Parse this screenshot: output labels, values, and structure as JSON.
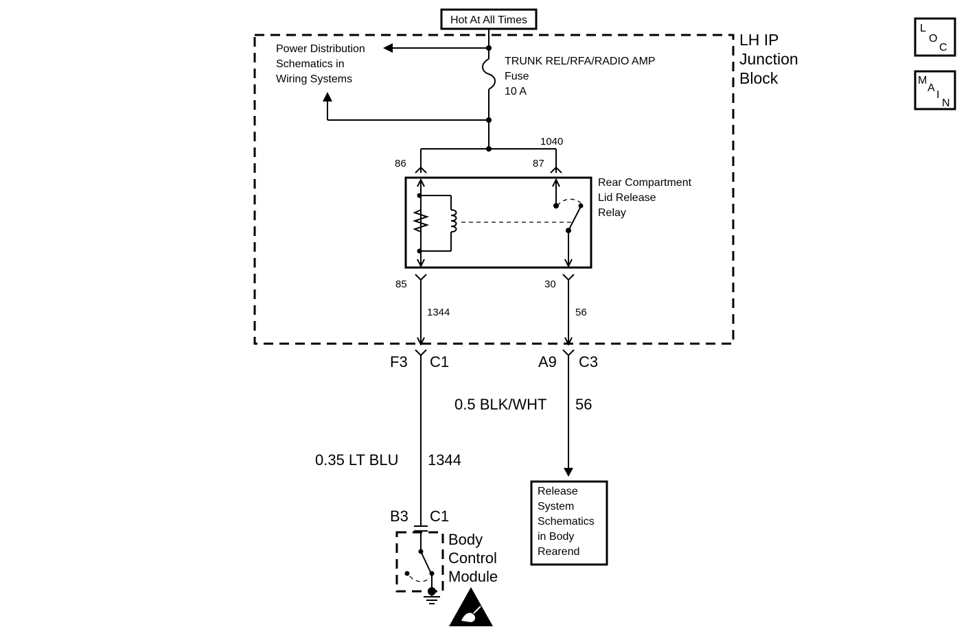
{
  "header": {
    "hot_label": "Hot At All Times",
    "junction_block": [
      "LH IP",
      "Junction",
      "Block"
    ]
  },
  "side_buttons": {
    "loc": [
      "L",
      "O",
      "C"
    ],
    "main": [
      "M",
      "A",
      "I",
      "N"
    ]
  },
  "power_distribution": [
    "Power Distribution",
    "Schematics in",
    "Wiring Systems"
  ],
  "fuse": [
    "TRUNK REL/RFA/RADIO AMP",
    "Fuse",
    "10 A"
  ],
  "relay": {
    "name": [
      "Rear Compartment",
      "Lid Release",
      "Relay"
    ],
    "splice": "1040",
    "pin_86": "86",
    "pin_87": "87",
    "pin_85": "85",
    "pin_30": "30",
    "circuit_left": "1344",
    "circuit_right": "56"
  },
  "connectors": {
    "left_pin": "F3",
    "left_conn": "C1",
    "right_pin": "A9",
    "right_conn": "C3",
    "bcm_pin": "B3",
    "bcm_conn": "C1"
  },
  "wires": {
    "right_spec": "0.5 BLK/WHT",
    "right_circuit": "56",
    "left_spec": "0.35 LT BLU",
    "left_circuit": "1344"
  },
  "release_system": [
    "Release",
    "System",
    "Schematics",
    "in Body",
    "Rearend"
  ],
  "bcm": [
    "Body",
    "Control",
    "Module"
  ],
  "icons": [
    "esd-warning-icon",
    "ground-icon",
    "fuse-icon",
    "relay-coil-icon",
    "relay-switch-icon"
  ]
}
